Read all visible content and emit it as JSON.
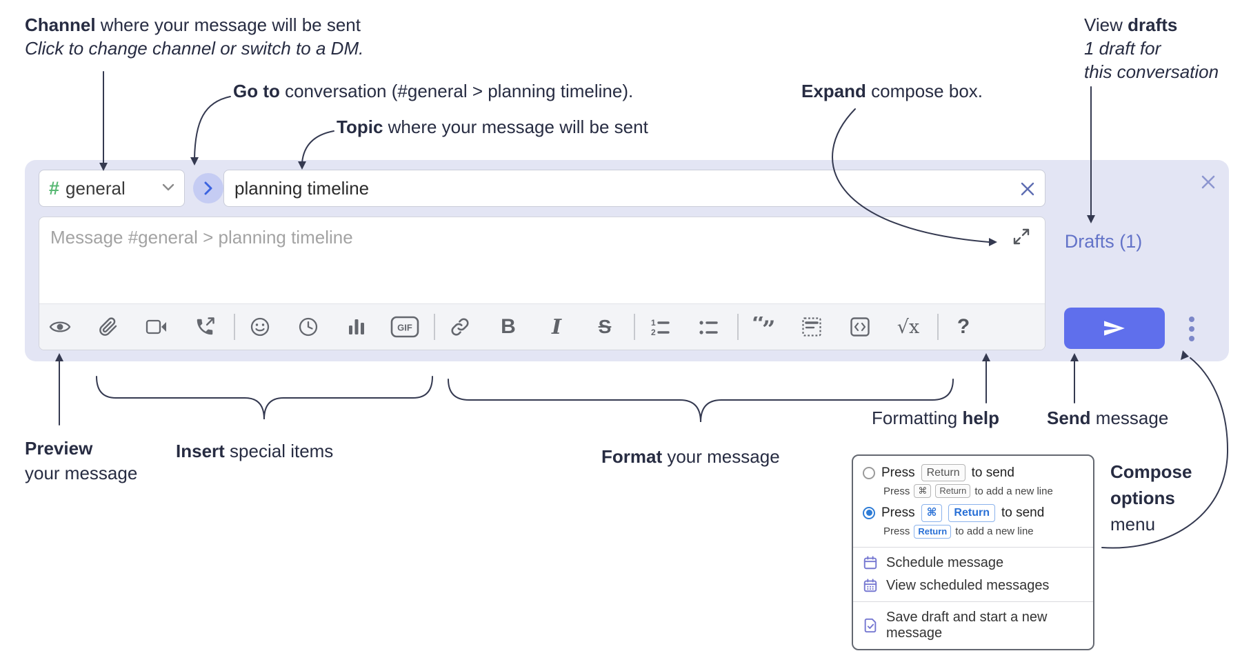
{
  "annotations": {
    "channel": {
      "bold": "Channel",
      "rest": " where your message will be sent",
      "line2": "Click to change channel or switch to a DM."
    },
    "go_to": {
      "bold": "Go to",
      "rest": " conversation (#general > planning timeline)."
    },
    "topic": {
      "bold": "Topic",
      "rest": " where your message will be sent"
    },
    "expand": {
      "bold": "Expand",
      "rest": " compose box."
    },
    "view_drafts": {
      "pre": "View ",
      "bold": "drafts",
      "line2": "1 draft for",
      "line3": "this conversation"
    },
    "preview": {
      "bold": "Preview",
      "line2": "your message"
    },
    "insert": {
      "bold": "Insert",
      "rest": " special items"
    },
    "format": {
      "bold": "Format",
      "rest": " your message"
    },
    "formatting_help": {
      "pre": "Formatting ",
      "bold": "help"
    },
    "send": {
      "bold": "Send",
      "rest": " message"
    },
    "compose_options": {
      "bold1": "Compose",
      "bold2": "options",
      "line3": "menu"
    }
  },
  "compose": {
    "channel_hash": "#",
    "channel_name": "general",
    "topic_value": "planning timeline",
    "message_placeholder": "Message #general > planning timeline",
    "drafts_label": "Drafts (1)",
    "toolbar_labels": {
      "gif": "GIF",
      "bold": "B",
      "italic": "I",
      "strike": "S",
      "math": "√x",
      "help": "?",
      "ol1": "1",
      "ol2": "2",
      "quote_open": "“",
      "quote_close": "”"
    },
    "toolbar_icons": [
      "preview",
      "attach-file",
      "add-video-call",
      "add-voice-call",
      "emoji",
      "global-time",
      "poll",
      "gif",
      "link",
      "bold",
      "italic",
      "strikethrough",
      "numbered-list",
      "bulleted-list",
      "quote",
      "spoiler",
      "code",
      "math",
      "help"
    ]
  },
  "popup": {
    "option_return": {
      "selected": false,
      "press": "Press",
      "key": "Return",
      "tail": "to send",
      "sub_press": "Press",
      "sub_key1": "⌘",
      "sub_key2": "Return",
      "sub_tail": "to add a new line"
    },
    "option_cmd_return": {
      "selected": true,
      "press": "Press",
      "key1": "⌘",
      "key2": "Return",
      "tail": "to send",
      "sub_press": "Press",
      "sub_key": "Return",
      "sub_tail": "to add a new line"
    },
    "items": {
      "schedule": "Schedule message",
      "view_scheduled": "View scheduled messages",
      "save_draft": "Save draft and start a new message"
    }
  },
  "colors": {
    "compose_bg": "#e3e5f4",
    "send_button": "#5f6fec",
    "drafts_link": "#6373c8",
    "menu_icon_purple": "#7577d1",
    "key_blue": "#2970d6",
    "radio_selected": "#2e7cd6",
    "channel_hash_green": "#57b873",
    "annotation_text": "#272c42"
  }
}
